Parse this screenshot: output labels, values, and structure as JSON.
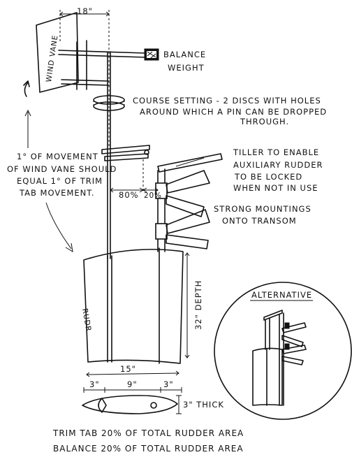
{
  "labels": {
    "vane_width": "18\"",
    "wind_vane": "WIND VANE",
    "balance_weight_1": "BALANCE",
    "balance_weight_2": "WEIGHT",
    "course_setting_1": "COURSE SETTING - 2 DISCS WITH HOLES",
    "course_setting_2": "AROUND WHICH A PIN CAN BE DROPPED",
    "course_setting_3": "THROUGH.",
    "movement_1": "1° OF MOVEMENT",
    "movement_2": "OF WIND VANE SHOULD",
    "movement_3": "EQUAL 1° OF TRIM",
    "movement_4": "TAB MOVEMENT.",
    "tiller_1": "TILLER TO ENABLE",
    "tiller_2": "AUXILIARY RUDDER",
    "tiller_3": "TO BE LOCKED",
    "tiller_4": "WHEN NOT IN USE",
    "pct_80": "80%",
    "pct_20": "20%",
    "mountings_1": "STRONG MOUNTINGS",
    "mountings_2": "ONTO TRANSOM",
    "depth": "32\" DEPTH",
    "rudder_width": "15\"",
    "dim_3_left": "3\"",
    "dim_9": "9\"",
    "dim_3_right": "3\"",
    "thickness": "3\" THICK",
    "alternative": "ALTERNATIVE",
    "trim_tab_note": "TRIM TAB 20% OF TOTAL RUDDER AREA",
    "balance_note": "BALANCE 20% OF TOTAL RUDDER AREA",
    "rudder_side_mark": "RUDR"
  },
  "colors": {
    "ink": "#111111",
    "paper": "#ffffff"
  }
}
